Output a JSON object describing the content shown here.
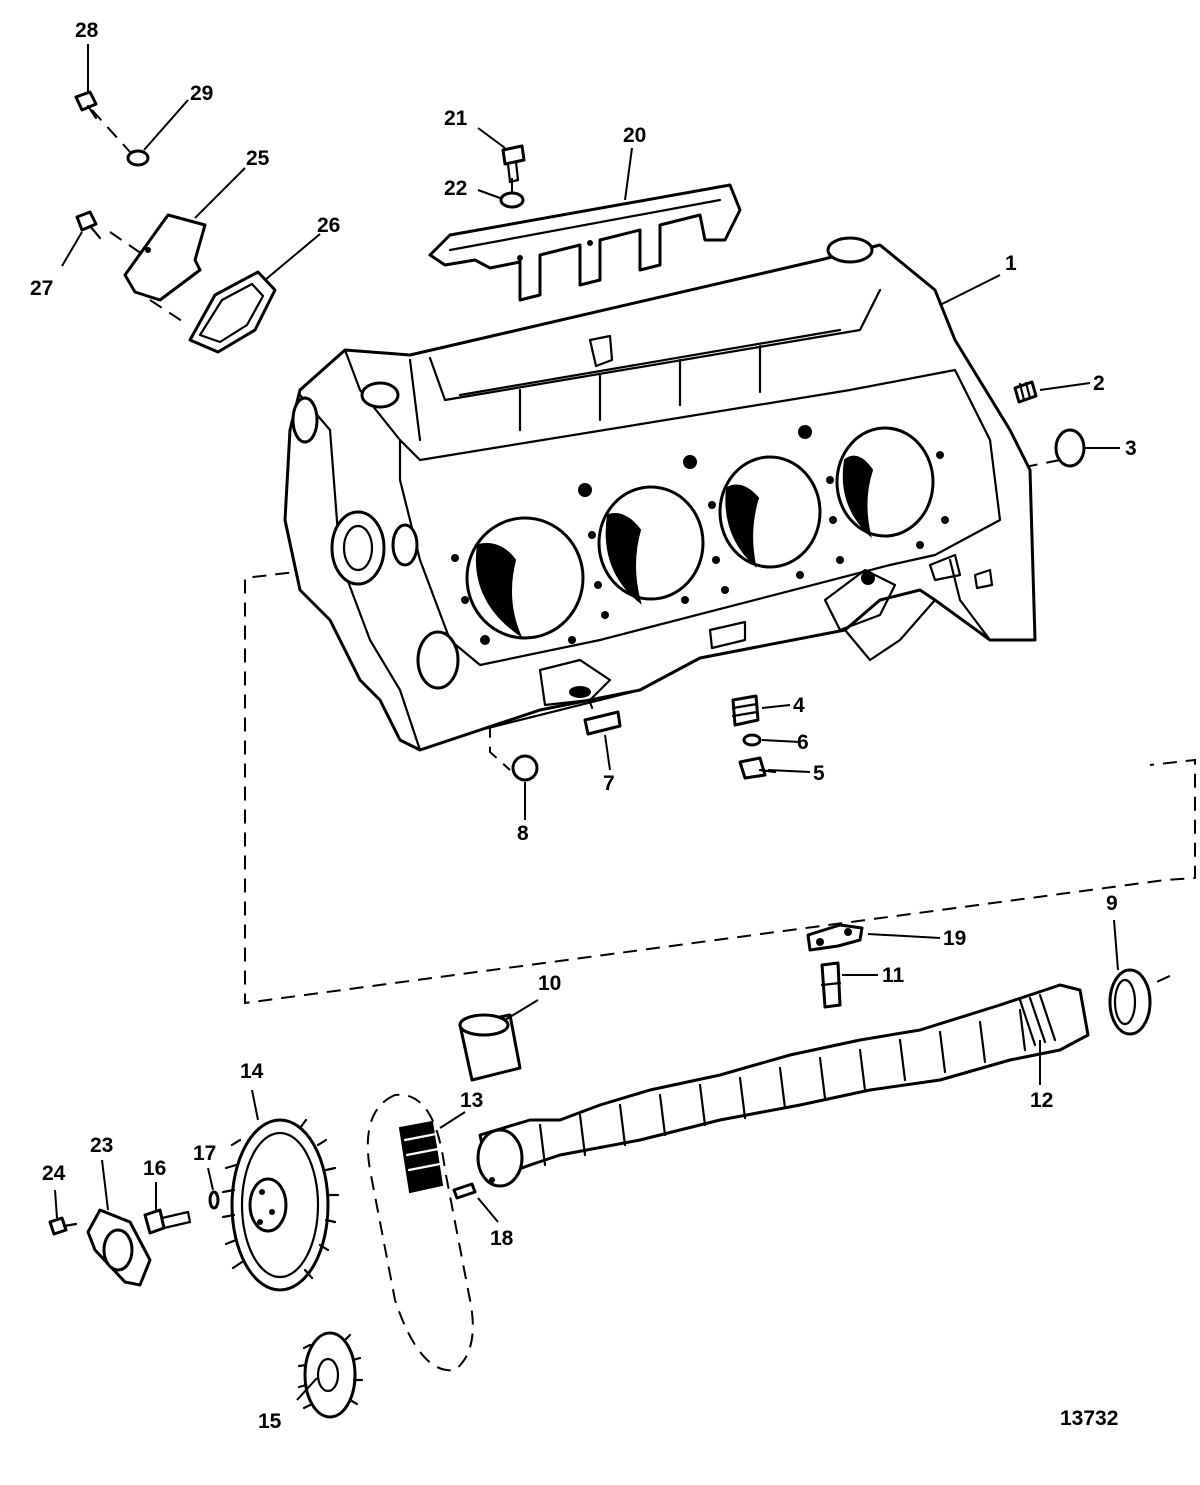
{
  "diagram": {
    "figure_number": "13732",
    "callouts": [
      {
        "id": "1",
        "part": "cylinder-block"
      },
      {
        "id": "2",
        "part": "plug-threaded"
      },
      {
        "id": "3",
        "part": "expansion-plug-large"
      },
      {
        "id": "4",
        "part": "fitting"
      },
      {
        "id": "5",
        "part": "drain-cock"
      },
      {
        "id": "6",
        "part": "washer"
      },
      {
        "id": "7",
        "part": "expansion-plug-small"
      },
      {
        "id": "8",
        "part": "dowel-pin"
      },
      {
        "id": "9",
        "part": "rear-plug"
      },
      {
        "id": "10",
        "part": "camshaft-bearing"
      },
      {
        "id": "11",
        "part": "valve-lifter"
      },
      {
        "id": "12",
        "part": "camshaft"
      },
      {
        "id": "13",
        "part": "timing-chain"
      },
      {
        "id": "14",
        "part": "camshaft-sprocket"
      },
      {
        "id": "15",
        "part": "crankshaft-sprocket"
      },
      {
        "id": "16",
        "part": "bolt"
      },
      {
        "id": "17",
        "part": "washer"
      },
      {
        "id": "18",
        "part": "dowel-pin"
      },
      {
        "id": "19",
        "part": "lifter-guide"
      },
      {
        "id": "20",
        "part": "lifter-retainer"
      },
      {
        "id": "21",
        "part": "screw"
      },
      {
        "id": "22",
        "part": "lockwasher"
      },
      {
        "id": "23",
        "part": "thrust-plate"
      },
      {
        "id": "24",
        "part": "screw"
      },
      {
        "id": "25",
        "part": "cover-plate"
      },
      {
        "id": "26",
        "part": "gasket"
      },
      {
        "id": "27",
        "part": "bolt"
      },
      {
        "id": "28",
        "part": "bolt"
      },
      {
        "id": "29",
        "part": "washer"
      }
    ]
  }
}
